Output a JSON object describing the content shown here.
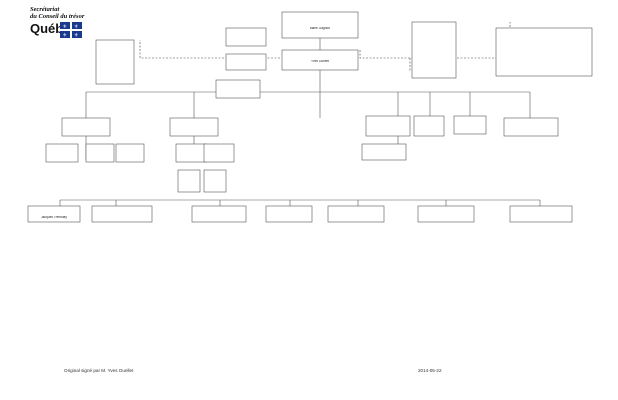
{
  "header": {
    "logo_line1": "Secrétariat",
    "logo_line2": "du Conseil du trésor",
    "logo_line3": "Québec"
  },
  "boxes": {
    "top": "Marie Gagnon",
    "top_deputy": "Yves Ouellet",
    "lower_left": "Jacques Tremblay"
  },
  "footer": {
    "signature": "Original signé par M. Yves Ouellet",
    "date": "2014-05-22"
  },
  "colors": {
    "box_border": "#555555",
    "line": "#555555",
    "dashed": "#444444"
  }
}
